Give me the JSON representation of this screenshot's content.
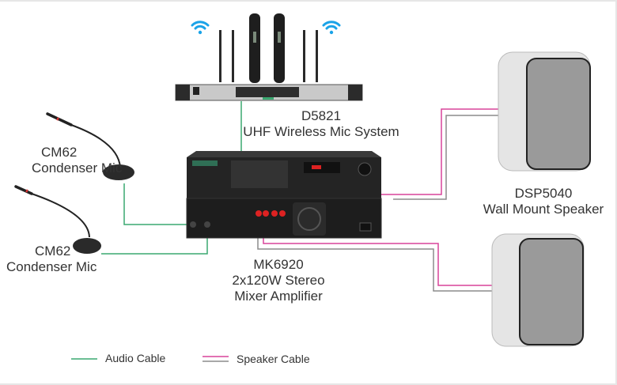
{
  "diagram": {
    "devices": {
      "wireless": {
        "model": "D5821",
        "name": "UHF Wireless Mic System"
      },
      "mic1": {
        "model": "CM62",
        "name": "Condenser Mic"
      },
      "mic2": {
        "model": "CM62",
        "name": "Condenser Mic"
      },
      "amplifier": {
        "model": "MK6920",
        "line2": "2x120W Stereo",
        "line3": "Mixer Amplifier"
      },
      "speakers": {
        "model": "DSP5040",
        "name": "Wall Mount Speaker"
      }
    },
    "legend": {
      "audio_cable": "Audio Cable",
      "speaker_cable": "Speaker Cable"
    },
    "colors": {
      "audio_cable": "#3aa870",
      "speaker_cable_pos": "#d9449a",
      "speaker_cable_neg": "#8c8c8c",
      "wifi": "#1aa3e8"
    }
  }
}
